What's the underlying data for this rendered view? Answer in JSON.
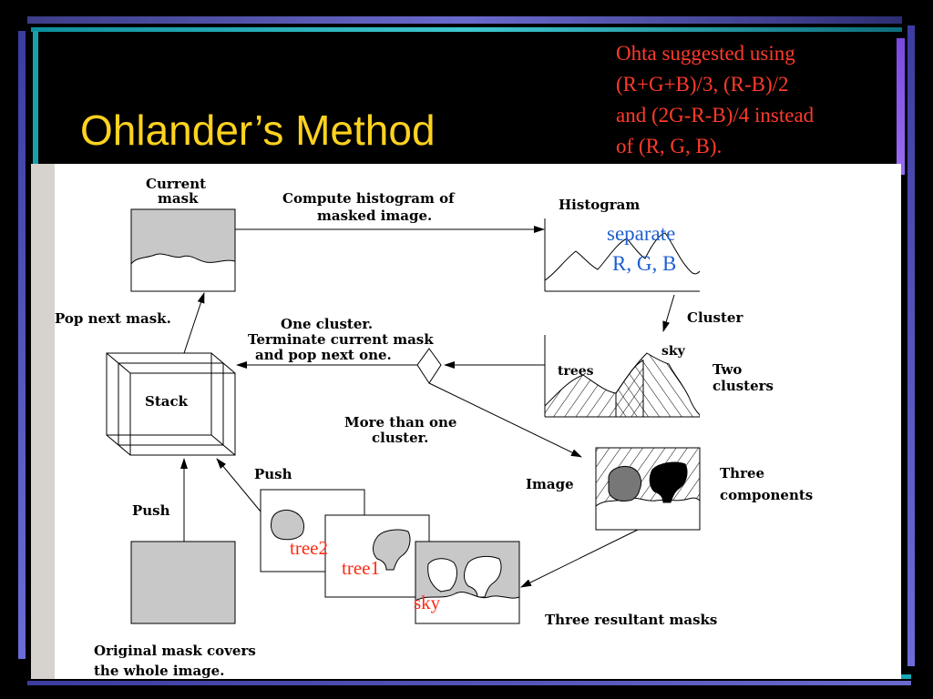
{
  "slide": {
    "title": "Ohlander’s Method",
    "note_lines": [
      "Ohta suggested using",
      "(R+G+B)/3, (R-B)/2",
      "and (2G-R-B)/4 instead",
      "of  (R, G, B)."
    ]
  },
  "diagram": {
    "current_mask_1": "Current",
    "current_mask_2": "mask",
    "compute_1": "Compute  histogram  of",
    "compute_2": "masked  image.",
    "histogram": "Histogram",
    "separate_1": "separate",
    "separate_2": "R, G, B",
    "pop_next": "Pop  next  mask.",
    "one_cluster_1": "One  cluster.",
    "one_cluster_2": "Terminate current  mask",
    "one_cluster_3": "and  pop  next  one.",
    "cluster": "Cluster",
    "sky_hist": "sky",
    "trees": "trees",
    "two_clusters_1": "Two",
    "two_clusters_2": "clusters",
    "stack": "Stack",
    "more_1": "More  than  one",
    "more_2": "cluster.",
    "push_top": "Push",
    "image": "Image",
    "three_comp_1": "Three",
    "three_comp_2": "components",
    "push_left": "Push",
    "tree2": "tree2",
    "tree1": "tree1",
    "sky_mask": "sky",
    "resultant": "Three resultant masks",
    "original_1": "Original  mask  covers",
    "original_2": "the  whole  image."
  },
  "colors": {
    "title": "#FFD21F",
    "note": "#FF3B2B",
    "red_labels": "#FF2A12",
    "blue_labels": "#1F5FD0",
    "mask_gray": "#C8C8C8"
  }
}
